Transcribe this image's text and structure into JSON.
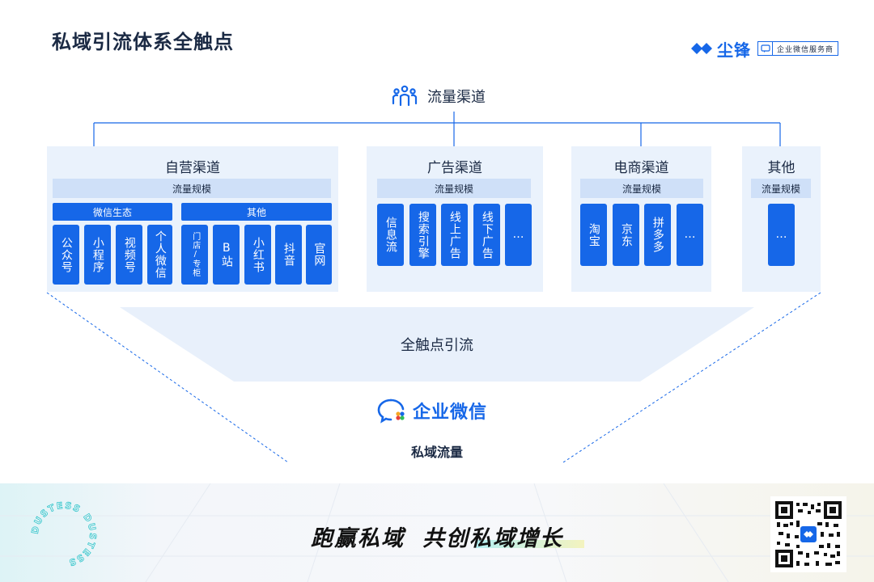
{
  "title": "私域引流体系全触点",
  "logo": {
    "brand": "尘锋",
    "badge": "企业微信服务商"
  },
  "traffic_channels": "流量渠道",
  "groups": {
    "self": {
      "title": "自营渠道",
      "scale": "流量规模",
      "wechat": {
        "label": "微信生态",
        "items": [
          "公众号",
          "小程序",
          "视频号",
          "个人微信"
        ]
      },
      "other": {
        "label": "其他",
        "items": [
          "门店/专柜",
          "B站",
          "小红书",
          "抖音",
          "官网"
        ]
      }
    },
    "ads": {
      "title": "广告渠道",
      "scale": "流量规模",
      "items": [
        "信息流",
        "搜索引擎",
        "线上广告",
        "线下广告",
        "…"
      ]
    },
    "ecom": {
      "title": "电商渠道",
      "scale": "流量规模",
      "items": [
        "淘宝",
        "京东",
        "拼多多",
        "…"
      ]
    },
    "other": {
      "title": "其他",
      "scale": "流量规模",
      "items": [
        "…"
      ]
    }
  },
  "funnel_label": "全触点引流",
  "wecom_name": "企业微信",
  "private_traffic": "私域流量",
  "footer": {
    "slogan_a": "跑赢私域",
    "slogan_b": "共创私域增长",
    "stamp_text": "DUSTESS DUSTESS"
  },
  "colors": {
    "accent": "#1667e8",
    "panel": "#eaf2fc",
    "scale_bar": "#cfe0f8"
  }
}
